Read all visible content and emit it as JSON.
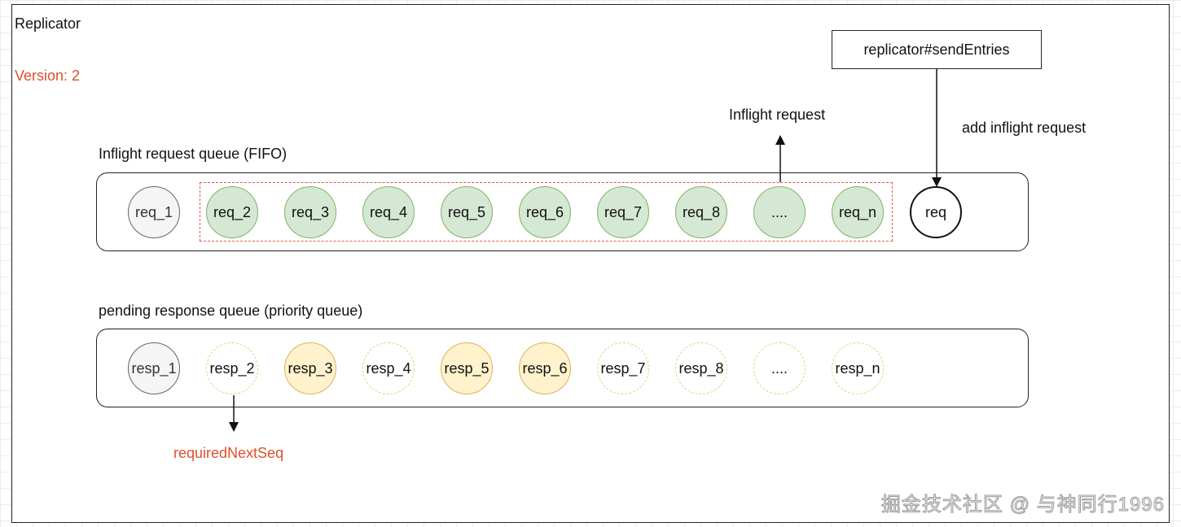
{
  "title": "Replicator",
  "version": "Version: 2",
  "inflight_queue": {
    "label": "Inflight request queue (FIFO)",
    "items": [
      {
        "label": "req_1",
        "style": "grey"
      },
      {
        "label": "req_2",
        "style": "green"
      },
      {
        "label": "req_3",
        "style": "green"
      },
      {
        "label": "req_4",
        "style": "green"
      },
      {
        "label": "req_5",
        "style": "green"
      },
      {
        "label": "req_6",
        "style": "green"
      },
      {
        "label": "req_7",
        "style": "green"
      },
      {
        "label": "req_8",
        "style": "green"
      },
      {
        "label": "....",
        "style": "green"
      },
      {
        "label": "req_n",
        "style": "green"
      },
      {
        "label": "req",
        "style": "black"
      }
    ]
  },
  "pending_queue": {
    "label": "pending response queue (priority queue)",
    "items": [
      {
        "label": "resp_1",
        "style": "grey"
      },
      {
        "label": "resp_2",
        "style": "dashed"
      },
      {
        "label": "resp_3",
        "style": "yellow"
      },
      {
        "label": "resp_4",
        "style": "dashed"
      },
      {
        "label": "resp_5",
        "style": "yellow"
      },
      {
        "label": "resp_6",
        "style": "yellow"
      },
      {
        "label": "resp_7",
        "style": "dashed"
      },
      {
        "label": "resp_8",
        "style": "dashed"
      },
      {
        "label": "....",
        "style": "dashed"
      },
      {
        "label": "resp_n",
        "style": "dashed"
      }
    ]
  },
  "method_box": "replicator#sendEntries",
  "labels": {
    "inflight_request": "Inflight request",
    "add_inflight": "add inflight request",
    "required_next_seq": "requiredNextSeq"
  },
  "watermark": "掘金技术社区 @ 与神同行1996",
  "colors": {
    "accent_red": "#e0502a",
    "green_fill": "#d5e8d4",
    "green_stroke": "#82b366",
    "yellow_fill": "#fff2cc",
    "yellow_stroke": "#d6b656",
    "dashed_box": "#e25a4c"
  }
}
